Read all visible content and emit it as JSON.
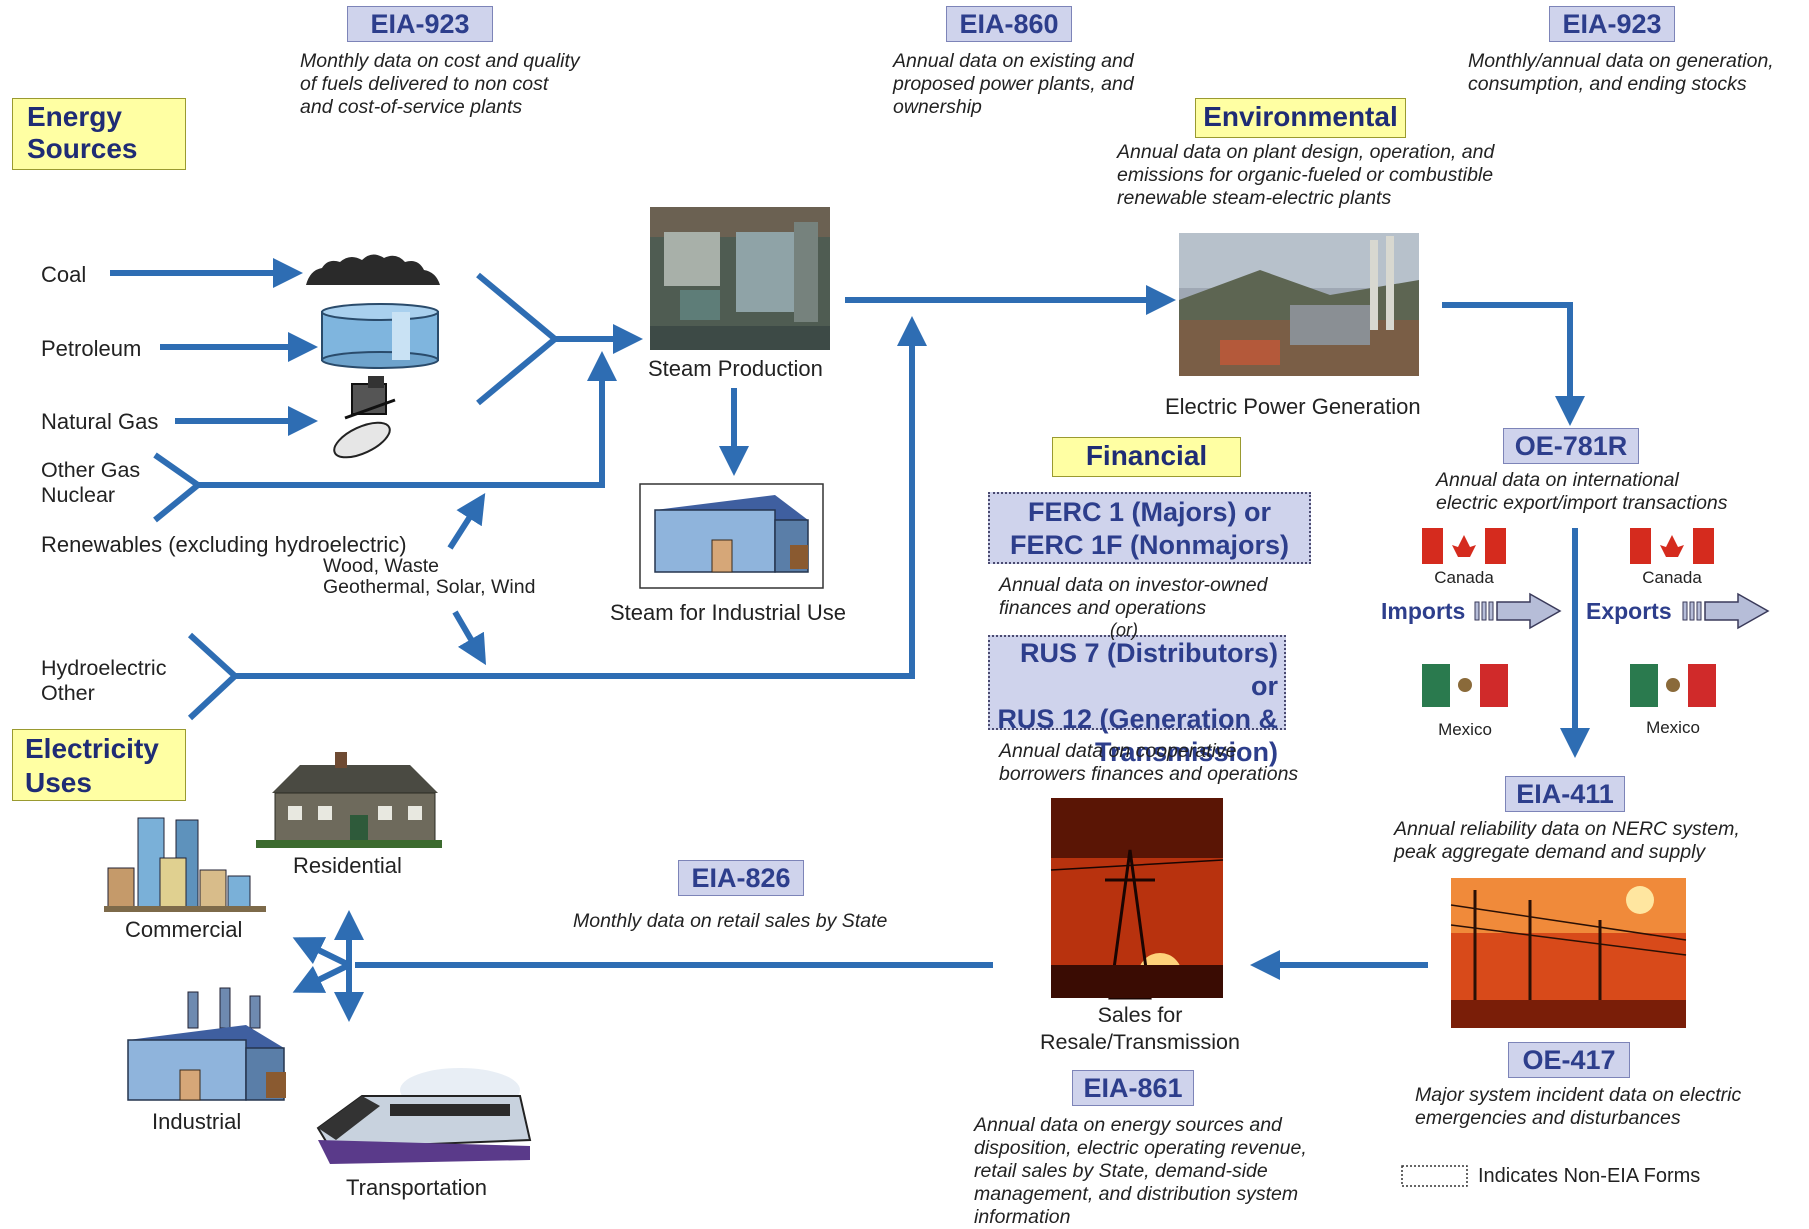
{
  "forms": {
    "eia923_left": "EIA-923",
    "eia860": "EIA-860",
    "eia923_right": "EIA-923",
    "oe781r": "OE-781R",
    "eia411": "EIA-411",
    "oe417": "OE-417",
    "eia826": "EIA-826",
    "eia861": "EIA-861",
    "ferc": "FERC 1 (Majors) or\nFERC 1F (Nonmajors)",
    "rus": "RUS 7 (Distributors) or\nRUS 12 (Generation &\nTransmission)"
  },
  "descriptions": {
    "eia923_left": "Monthly data on cost and quality\nof fuels delivered to non cost\nand cost-of-service plants",
    "eia860": "Annual data on existing and\nproposed power plants, and\nownership",
    "eia923_right": "Monthly/annual data on generation,\nconsumption, and ending stocks",
    "environmental": "Annual data on plant design, operation, and\nemissions for organic-fueled or combustible\nrenewable steam-electric plants",
    "oe781r": "Annual data on international\nelectric export/import transactions",
    "ferc": "Annual data on investor-owned\nfinances and operations",
    "or": "(or)",
    "rus": "Annual data on cooperative\nborrowers finances and operations",
    "eia411": "Annual reliability data on NERC system,\npeak aggregate demand and supply",
    "oe417": "Major system incident data on electric\nemergencies and disturbances",
    "eia826": "Monthly data on retail sales by State",
    "eia861": "Annual data on energy sources and\ndisposition, electric operating revenue,\nretail sales by State, demand-side\nmanagement, and distribution system\ninformation"
  },
  "headers": {
    "energy_sources": "Energy\nSources",
    "environmental": "Environmental",
    "financial": "Financial",
    "electricity_uses": "Electricity\nUses"
  },
  "sources": {
    "coal": "Coal",
    "petroleum": "Petroleum",
    "natural_gas": "Natural Gas",
    "other_gas_nuclear": "Other Gas\nNuclear",
    "renewables": "Renewables (excluding hydroelectric)",
    "renewables_sub": "Wood, Waste\nGeothermal, Solar, Wind",
    "hydro_other": "Hydroelectric\nOther"
  },
  "nodes": {
    "steam_production": "Steam Production",
    "steam_industrial": "Steam for Industrial Use",
    "electric_generation": "Electric Power Generation",
    "sales_resale": "Sales for\nResale/Transmission"
  },
  "trade": {
    "canada_left": "Canada",
    "canada_right": "Canada",
    "mexico_left": "Mexico",
    "mexico_right": "Mexico",
    "imports": "Imports",
    "exports": "Exports"
  },
  "uses": {
    "residential": "Residential",
    "commercial": "Commercial",
    "industrial": "Industrial",
    "transportation": "Transportation"
  },
  "legend": {
    "non_eia": "Indicates Non-EIA Forms"
  },
  "colors": {
    "arrow": "#2e6db3",
    "form_fill": "#cfd3ec",
    "form_text": "#2d3e8c",
    "header_fill": "#ffffa3"
  }
}
